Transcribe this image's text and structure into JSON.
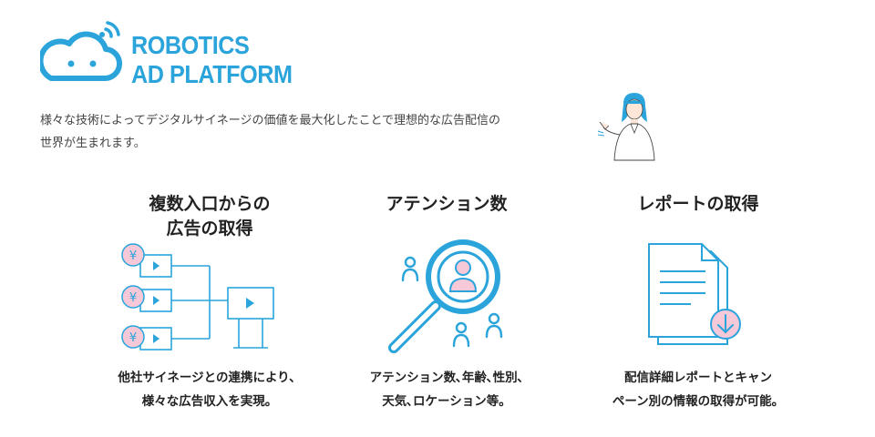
{
  "header": {
    "logo_icon": "cloud-robot-wifi-icon",
    "brand_line1": "ROBOTICS",
    "brand_line2": "AD PLATFORM",
    "intro_line1": "様々な技術によってデジタルサイネージの価値を最大化したことで理想的な広告配信の",
    "intro_line2": "世界が生まれます。",
    "person_icon": "presenter-woman-illustration"
  },
  "features": [
    {
      "title_line1": "複数入口からの",
      "title_line2": "広告の取得",
      "icon": "multi-input-signage-icon",
      "desc_line1": "他社サイネージとの連携により、",
      "desc_line2": "様々な広告収入を実現。",
      "yen_symbol": "¥"
    },
    {
      "title_line1": "アテンション数",
      "icon": "attention-magnifier-icon",
      "desc_line1": "アテンション数､年齢､性別､",
      "desc_line2": "天気､ロケーション等。"
    },
    {
      "title_line1": "レポートの取得",
      "icon": "report-download-icon",
      "desc_line1": "配信詳細レポートとキャン",
      "desc_line2": "ペーン別の情報の取得が可能。"
    }
  ],
  "colors": {
    "accent": "#2aa4db",
    "pink": "#f7c8d8",
    "text": "#222222"
  }
}
